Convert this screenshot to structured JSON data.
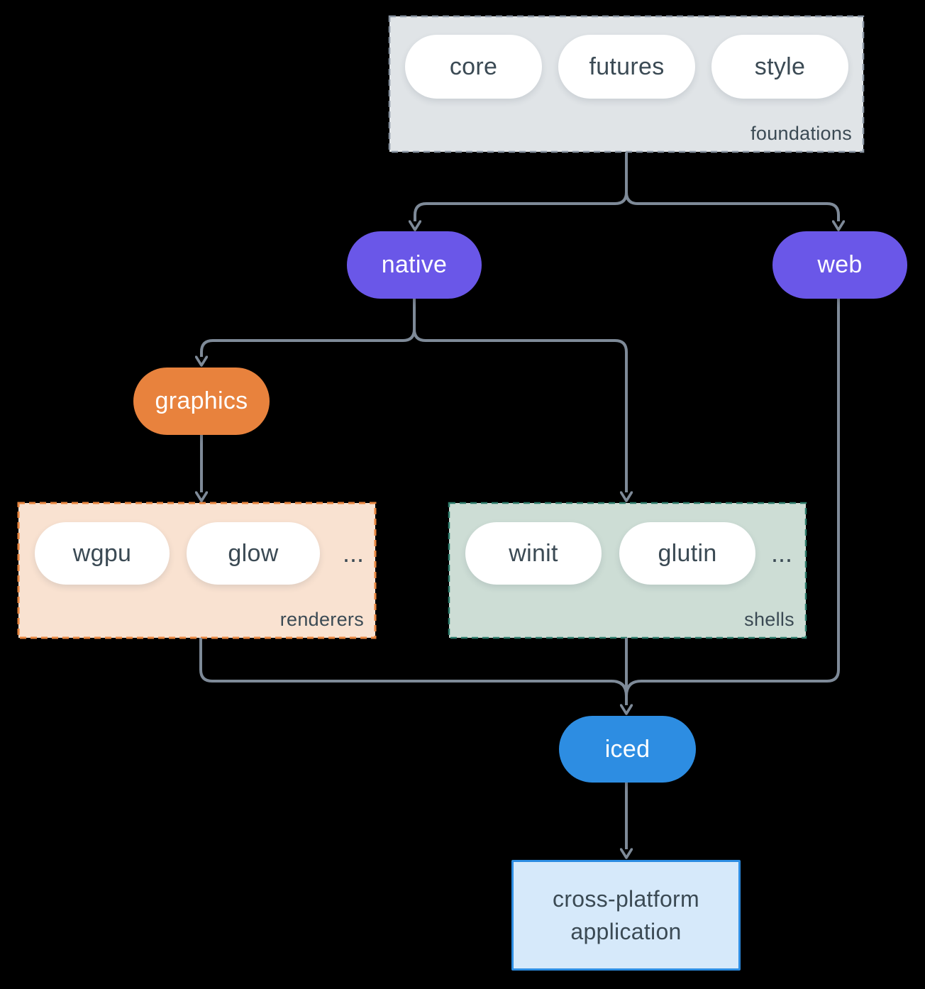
{
  "groups": {
    "foundations": {
      "label": "foundations",
      "items": [
        "core",
        "futures",
        "style"
      ]
    },
    "renderers": {
      "label": "renderers",
      "items": [
        "wgpu",
        "glow"
      ],
      "ellipsis": "..."
    },
    "shells": {
      "label": "shells",
      "items": [
        "winit",
        "glutin"
      ],
      "ellipsis": "..."
    }
  },
  "nodes": {
    "native": {
      "label": "native"
    },
    "web": {
      "label": "web"
    },
    "graphics": {
      "label": "graphics"
    },
    "iced": {
      "label": "iced"
    },
    "application": {
      "label": "cross-platform application"
    }
  },
  "edges": [
    {
      "from": "foundations",
      "to": "native"
    },
    {
      "from": "foundations",
      "to": "web"
    },
    {
      "from": "native",
      "to": "graphics"
    },
    {
      "from": "native",
      "to": "shells"
    },
    {
      "from": "graphics",
      "to": "renderers"
    },
    {
      "from": "renderers",
      "to": "iced"
    },
    {
      "from": "shells",
      "to": "iced"
    },
    {
      "from": "web",
      "to": "iced"
    },
    {
      "from": "iced",
      "to": "application"
    }
  ],
  "colors": {
    "background": "#000000",
    "edge": "#7e8a98",
    "text_dark": "#3b4a54",
    "node_purple": "#6a57e8",
    "node_orange": "#e8823d",
    "node_blue": "#2d8de2",
    "pill_fill": "#ffffff",
    "foundations_fill": "#e0e4e7",
    "foundations_border": "#8a95a3",
    "renderers_fill": "#f9e2d1",
    "renderers_border": "#e8853f",
    "shells_fill": "#cdddd5",
    "shells_border": "#2e7d6c",
    "application_fill": "#d6e9fa",
    "application_border": "#2d8de2"
  }
}
